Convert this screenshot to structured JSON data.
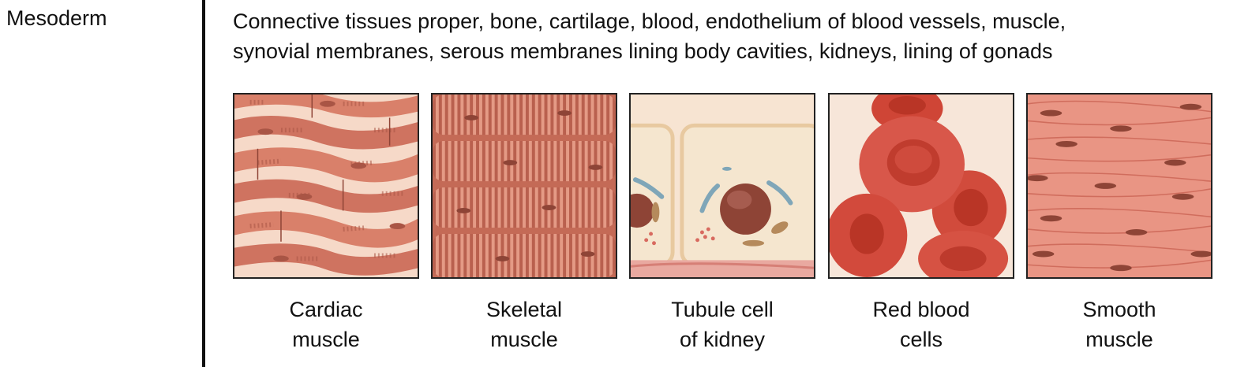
{
  "layer": {
    "label": "Mesoderm"
  },
  "derivatives": {
    "line1": "Connective tissues proper, bone, cartilage, blood, endothelium of blood vessels, muscle,",
    "line2": "synovial membranes, serous membranes lining body cavities, kidneys, lining of gonads"
  },
  "tissues": [
    {
      "line1": "Cardiac",
      "line2": "muscle",
      "icon": "cardiac-muscle-illustration"
    },
    {
      "line1": "Skeletal",
      "line2": "muscle",
      "icon": "skeletal-muscle-illustration"
    },
    {
      "line1": "Tubule cell",
      "line2": "of kidney",
      "icon": "kidney-tubule-cell-illustration"
    },
    {
      "line1": "Red blood",
      "line2": "cells",
      "icon": "red-blood-cells-illustration"
    },
    {
      "line1": "Smooth",
      "line2": "muscle",
      "icon": "smooth-muscle-illustration"
    }
  ],
  "colors": {
    "muscle_fiber": "#d9806a",
    "muscle_dark": "#a95545",
    "muscle_background": "#f6d9c8",
    "cell_cytoplasm": "#f5e6cf",
    "nucleus": "#8e4436",
    "red_blood_cell": "#d4473a",
    "divider": "#111111"
  }
}
